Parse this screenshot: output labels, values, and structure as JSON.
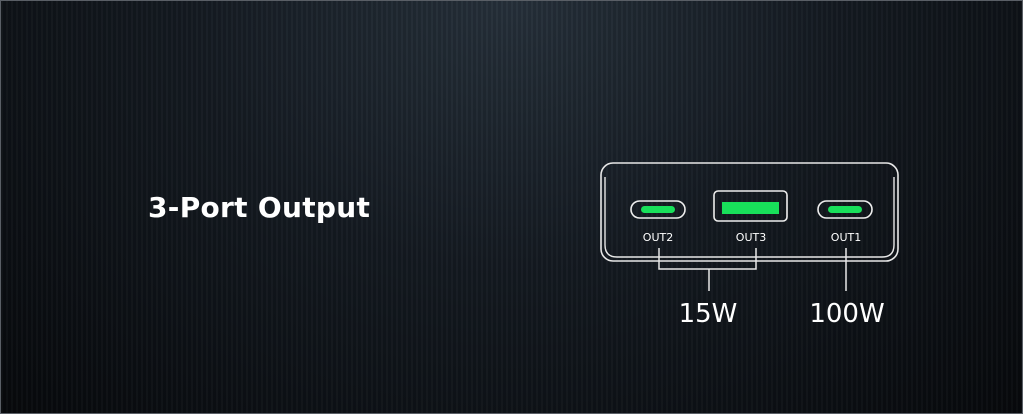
{
  "title": "3-Port Output",
  "ports": [
    {
      "label": "OUT2",
      "type": "usb-c"
    },
    {
      "label": "OUT3",
      "type": "usb-a"
    },
    {
      "label": "OUT1",
      "type": "usb-c"
    }
  ],
  "power": {
    "shared": "15W",
    "out1": "100W"
  },
  "colors": {
    "port_fill": "#18e05a",
    "outline": "#e8e8e8"
  }
}
